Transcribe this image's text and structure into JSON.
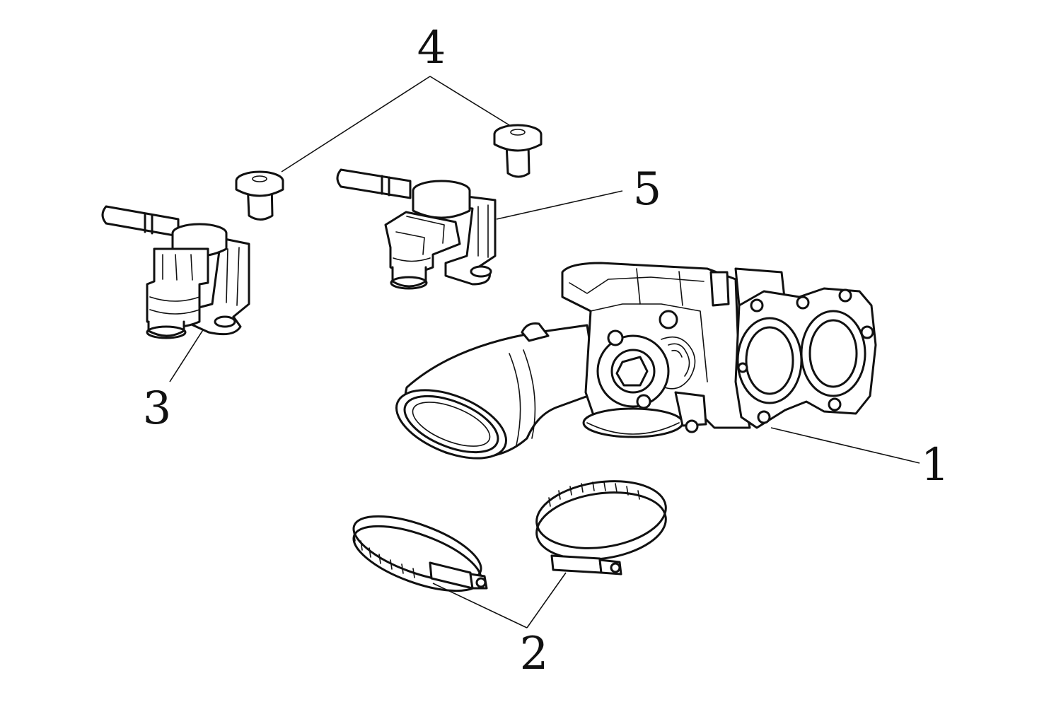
{
  "diagram": {
    "callouts": [
      {
        "id": "c1",
        "text": "1"
      },
      {
        "id": "c2",
        "text": "2"
      },
      {
        "id": "c3",
        "text": "3"
      },
      {
        "id": "c4",
        "text": "4"
      },
      {
        "id": "c5",
        "text": "5"
      }
    ],
    "line_color": "#111111",
    "background": "#ffffff"
  }
}
